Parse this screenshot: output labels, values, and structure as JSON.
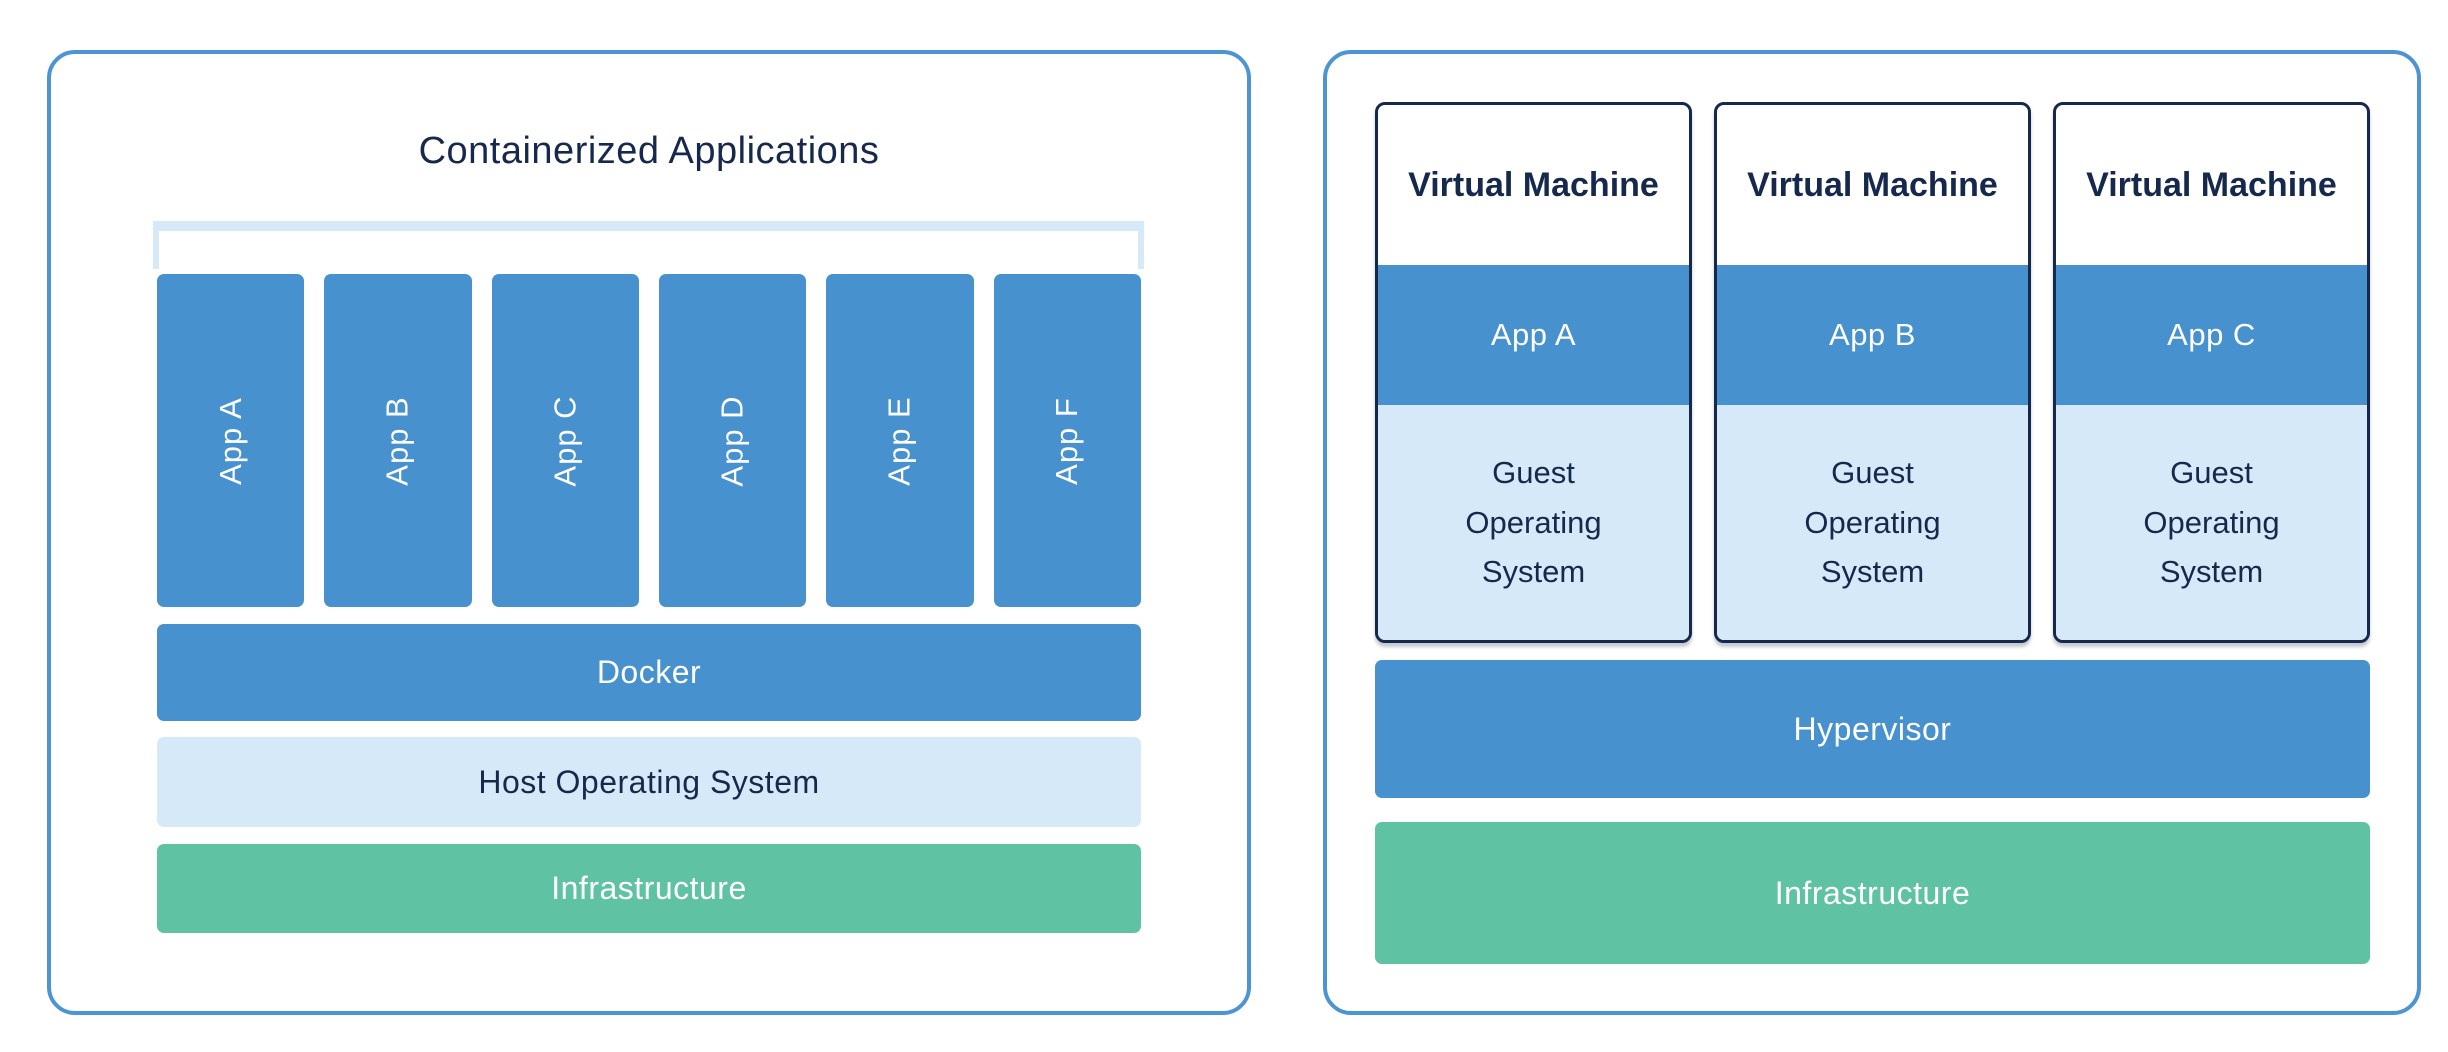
{
  "colors": {
    "accent_blue": "#4791CE",
    "panel_border_blue": "#4D94D4",
    "light_blue": "#D6E9F8",
    "green": "#5FC3A3",
    "navy_text": "#16294C",
    "white_text": "#FFFFFF"
  },
  "left_panel": {
    "title": "Containerized Applications",
    "apps": [
      "App A",
      "App B",
      "App C",
      "App D",
      "App E",
      "App F"
    ],
    "layers": {
      "docker": "Docker",
      "host_os": "Host Operating System",
      "infrastructure": "Infrastructure"
    }
  },
  "right_panel": {
    "vms": [
      {
        "title": "Virtual Machine",
        "app": "App A",
        "os": "Guest Operating System"
      },
      {
        "title": "Virtual Machine",
        "app": "App B",
        "os": "Guest Operating System"
      },
      {
        "title": "Virtual Machine",
        "app": "App C",
        "os": "Guest Operating System"
      }
    ],
    "layers": {
      "hypervisor": "Hypervisor",
      "infrastructure": "Infrastructure"
    }
  }
}
